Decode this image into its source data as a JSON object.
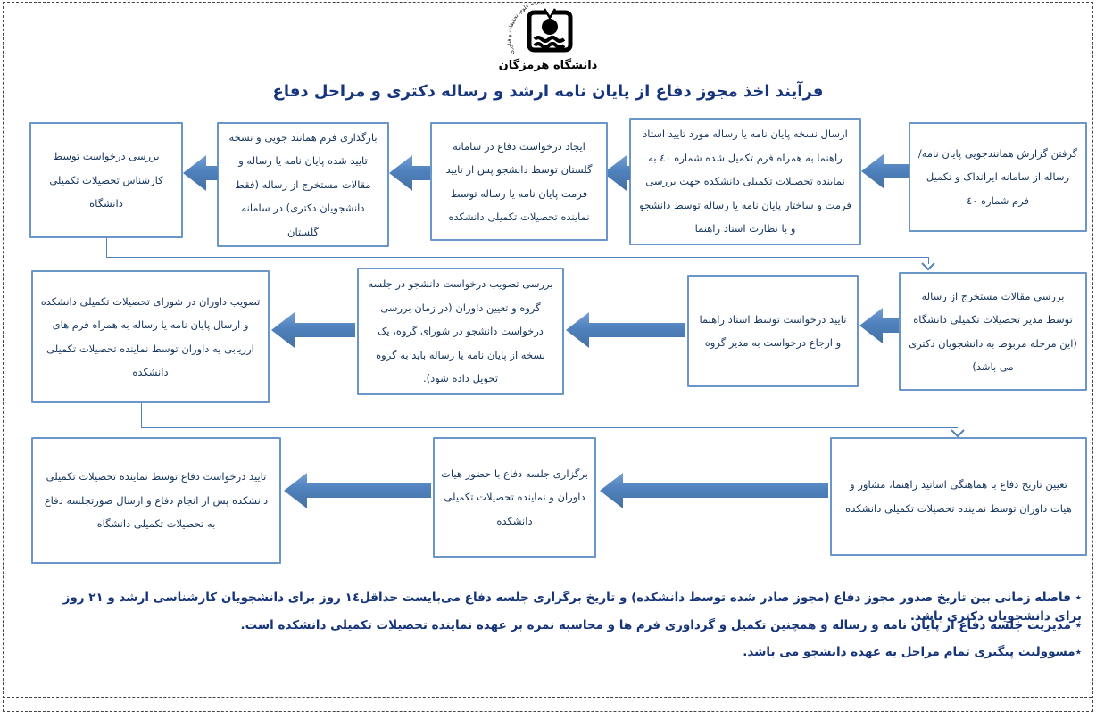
{
  "header": {
    "ministry_arc_text": "وزارت علوم، تحقیقات و فناوری",
    "university_name": "دانشگاه هرمزگان",
    "title": "فرآیند اخذ مجوز دفاع از پایان نامه ارشد و رساله دکتری و مراحل دفاع"
  },
  "colors": {
    "accent_blue": "#4f81bd",
    "box_border_blue": "#6b96c9",
    "title_navy": "#16357c",
    "box_text_navy": "#17365d"
  },
  "flow": {
    "steps": [
      {
        "order": 1,
        "text": "گرفتن گزارش همانندجویی پایان نامه/ رساله از سامانه ایرانداک و تکمیل فرم شماره ٤٠"
      },
      {
        "order": 2,
        "text": "ارسال نسخه پایان نامه یا رساله مورد تایید استاد راهنما به همراه فرم تکمیل شده شماره ٤٠ به نماینده تحصیلات تکمیلی دانشکده جهت بررسی فرمت و ساختار پایان نامه یا رساله توسط دانشجو و با نظارت استاد راهنما"
      },
      {
        "order": 3,
        "text": "ایجاد درخواست دفاع در سامانه گلستان توسط دانشجو پس از تایید فرمت پایان نامه یا رساله توسط نماینده تحصیلات تکمیلی دانشکده"
      },
      {
        "order": 4,
        "text": "بارگذاری فرم همانند جویی و نسخه تایید شده پایان نامه یا رساله و مقالات مستخرج از رساله (فقط دانشجویان دکتری) در سامانه گلستان"
      },
      {
        "order": 5,
        "text": "بررسی درخواست توسط کارشناس تحصیلات تکمیلی دانشگاه"
      },
      {
        "order": 6,
        "text": "بررسی مقالات مستخرج از رساله توسط مدیر تحصیلات تکمیلی دانشگاه (این مرحله مربوط به دانشجویان دکتری می باشد)"
      },
      {
        "order": 7,
        "text": "تایید درخواست توسط استاد راهنما و ارجاع درخواست به مدیر گروه"
      },
      {
        "order": 8,
        "text": "بررسی تصویب درخواست دانشجو در جلسه گروه و تعیین داوران (در زمان بررسی درخواست دانشجو در شورای گروه، یک نسخه از پایان نامه یا رساله باید به گروه تحویل داده شود)."
      },
      {
        "order": 9,
        "text": "تصویب داوران در شورای تحصیلات تکمیلی دانشکده و ارسال پایان نامه یا رساله به همراه فرم های ارزیابی یه داوران توسط نماینده تحصیلات تکمیلی دانشکده"
      },
      {
        "order": 10,
        "text": "تعیین تاریخ دفاع با هماهنگی اساتید راهنما، مشاور و هیات داوران توسط نماینده تحصیلات تکمیلی دانشکده"
      },
      {
        "order": 11,
        "text": "برگزاری جلسه دفاع با حضور هیات داوران و نماینده تحصیلات تکمیلی دانشکده"
      },
      {
        "order": 12,
        "text": "تایید درخواست دفاع توسط نماینده تحصیلات تکمیلی دانشکده پس از انجام دفاع و ارسال صورتجلسه دفاع به تحصیلات تکمیلی دانشگاه"
      }
    ]
  },
  "notes": [
    {
      "text": "٭ فاصله زمانی بین تاریخ صدور مجوز دفاع (مجوز صادر شده توسط دانشکده) و تاریخ برگزاری جلسه دفاع می‌بایست حداقل١٤ روز برای دانشجویان کارشناسی ارشد و ٢١ روز برای دانشجویان دکتری باشد."
    },
    {
      "text": "٭ مدیریت جلسه دفاع از پایان نامه و رساله و همچنین تکمیل و گرداوری فرم ها و محاسبه نمره بر عهده نماینده تحصیلات تکمیلی دانشکده است."
    },
    {
      "text": "٭مسوولیت پیگیری تمام مراحل به عهده دانشجو می باشد."
    }
  ]
}
